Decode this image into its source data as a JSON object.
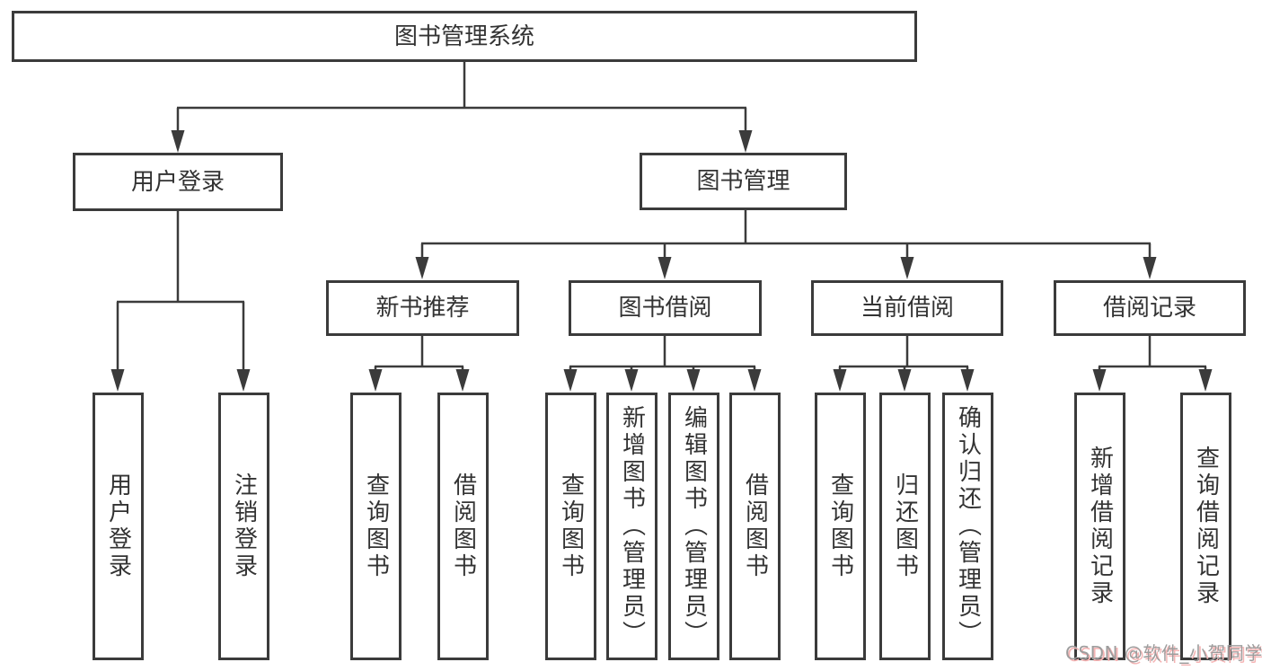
{
  "diagram": {
    "root": {
      "label": "图书管理系统"
    },
    "branches": [
      {
        "label": "用户登录"
      },
      {
        "label": "图书管理"
      }
    ],
    "modules": [
      {
        "label": "新书推荐"
      },
      {
        "label": "图书借阅"
      },
      {
        "label": "当前借阅"
      },
      {
        "label": "借阅记录"
      }
    ],
    "leaves": [
      {
        "label": "用户登录"
      },
      {
        "label": "注销登录"
      },
      {
        "label": "查询图书"
      },
      {
        "label": "借阅图书"
      },
      {
        "label": "查询图书"
      },
      {
        "label": "新增图书（管理员）"
      },
      {
        "label": "编辑图书（管理员）"
      },
      {
        "label": "借阅图书"
      },
      {
        "label": "查询图书"
      },
      {
        "label": "归还图书"
      },
      {
        "label": "确认归还（管理员）"
      },
      {
        "label": "新增借阅记录"
      },
      {
        "label": "查询借阅记录"
      }
    ]
  },
  "watermark": {
    "text": "CSDN @软件_小贺同学"
  },
  "colors": {
    "line": "#3b3b3b",
    "border": "#3b3b3b",
    "text": "#333333",
    "background": "#ffffff",
    "watermark_gray": "#9d9d9d",
    "watermark_pink": "#f5b5b5"
  }
}
